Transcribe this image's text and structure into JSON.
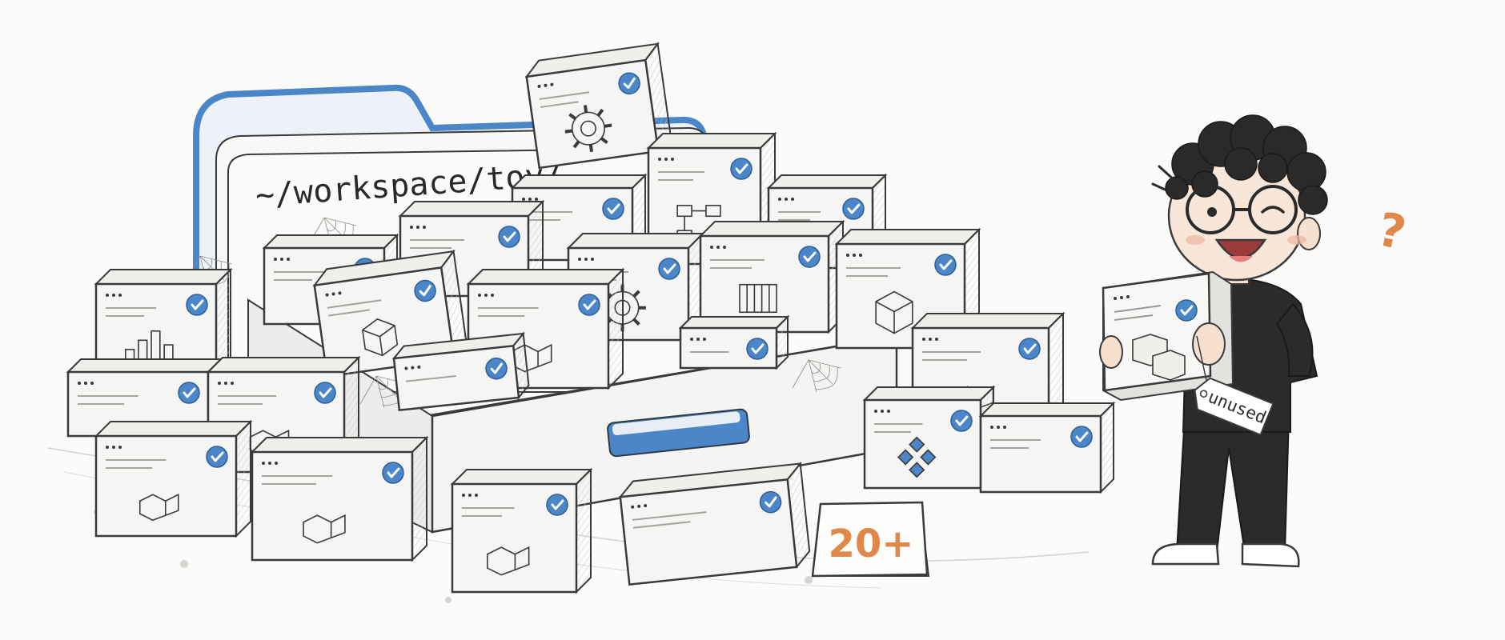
{
  "folder": {
    "path_label": "~/workspace/toy/"
  },
  "count_sign": {
    "label": "20+"
  },
  "character": {
    "tag_label": "unused",
    "question_mark": "?"
  },
  "colors": {
    "ink": "#3a3a3a",
    "accent_blue": "#4a86c8",
    "orange": "#e0884a",
    "paper": "#fbfbfa",
    "box_face": "#f5f5f3",
    "box_side": "#e2e2df",
    "shirt": "#2b2b2b"
  },
  "box_icons": [
    "gear-icon",
    "flowchart-icon",
    "bar-chart-icon",
    "cube-icon",
    "container-icon",
    "blocks-icon",
    "hexagon-cluster-icon",
    "check-icon"
  ]
}
